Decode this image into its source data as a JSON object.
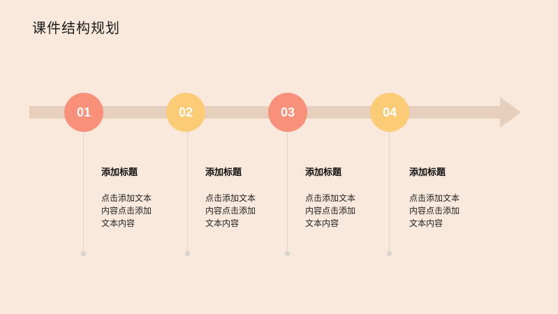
{
  "title": "课件结构规划",
  "steps": [
    {
      "number": "01",
      "heading": "添加标题",
      "body": "点击添加文本内容点击添加文本内容"
    },
    {
      "number": "02",
      "heading": "添加标题",
      "body": "点击添加文本内容点击添加文本内容"
    },
    {
      "number": "03",
      "heading": "添加标题",
      "body": "点击添加文本内容点击添加文本内容"
    },
    {
      "number": "04",
      "heading": "添加标题",
      "body": "点击添加文本内容点击添加文本内容"
    }
  ],
  "colors": {
    "background": "#f8e9dc",
    "arrow": "#e6cfbd",
    "coral": "#f9907a",
    "yellow": "#fccb76"
  }
}
